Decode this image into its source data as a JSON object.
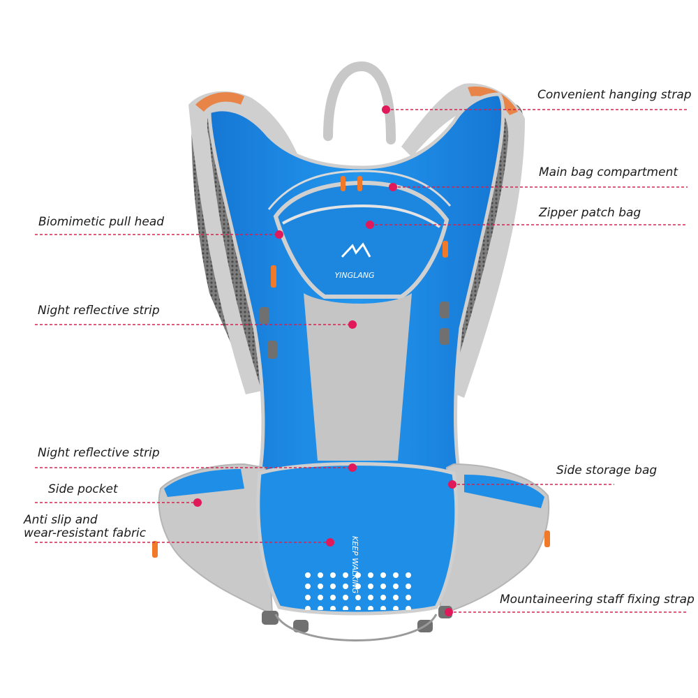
{
  "product": {
    "brand_logo_text": "YINGLANG",
    "waist_print_text": "KEEP WALKING"
  },
  "callouts": {
    "hanging_strap": "Convenient hanging strap",
    "main_compartment": "Main bag compartment",
    "zipper_patch_bag": "Zipper patch bag",
    "pull_head": "Biomimetic pull head",
    "reflective_strip_upper": "Night reflective strip",
    "reflective_strip_lower": "Night reflective strip",
    "side_storage_bag": "Side storage bag",
    "side_pocket": "Side pocket",
    "anti_slip_line1": "Anti slip and",
    "anti_slip_line2": "wear-resistant fabric",
    "staff_strap": "Mountaineering staff fixing strap"
  },
  "colors": {
    "bag_blue": "#1f8ee6",
    "bag_blue_dark": "#1470c4",
    "trim_gray": "#c9c9c9",
    "mesh_gray": "#8e8e8e",
    "accent_orange": "#f07a2a",
    "callout_pink": "#e0195a"
  }
}
